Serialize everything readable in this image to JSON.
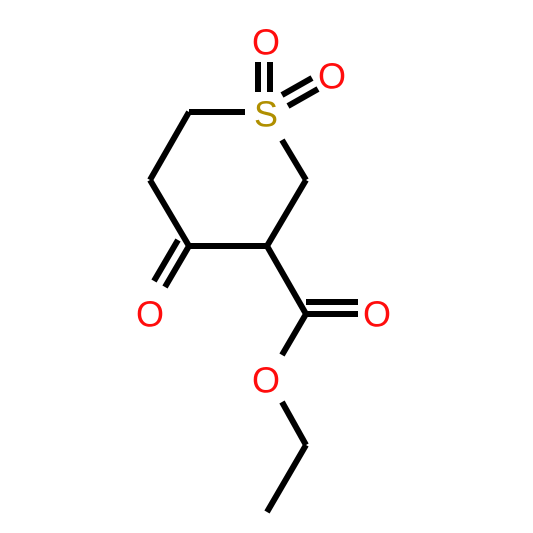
{
  "molecule": {
    "atoms": {
      "sulfur": {
        "symbol": "S",
        "color": "#b08f00"
      },
      "sulfonyl_oxygen_1": {
        "symbol": "O",
        "color": "#ff0d0d"
      },
      "sulfonyl_oxygen_2": {
        "symbol": "O",
        "color": "#ff0d0d"
      },
      "ketone_oxygen": {
        "symbol": "O",
        "color": "#ff0d0d"
      },
      "carbonyl_oxygen": {
        "symbol": "O",
        "color": "#ff0d0d"
      },
      "ester_oxygen": {
        "symbol": "O",
        "color": "#ff0d0d"
      }
    },
    "bond_color": "#000000",
    "background": "#ffffff"
  }
}
